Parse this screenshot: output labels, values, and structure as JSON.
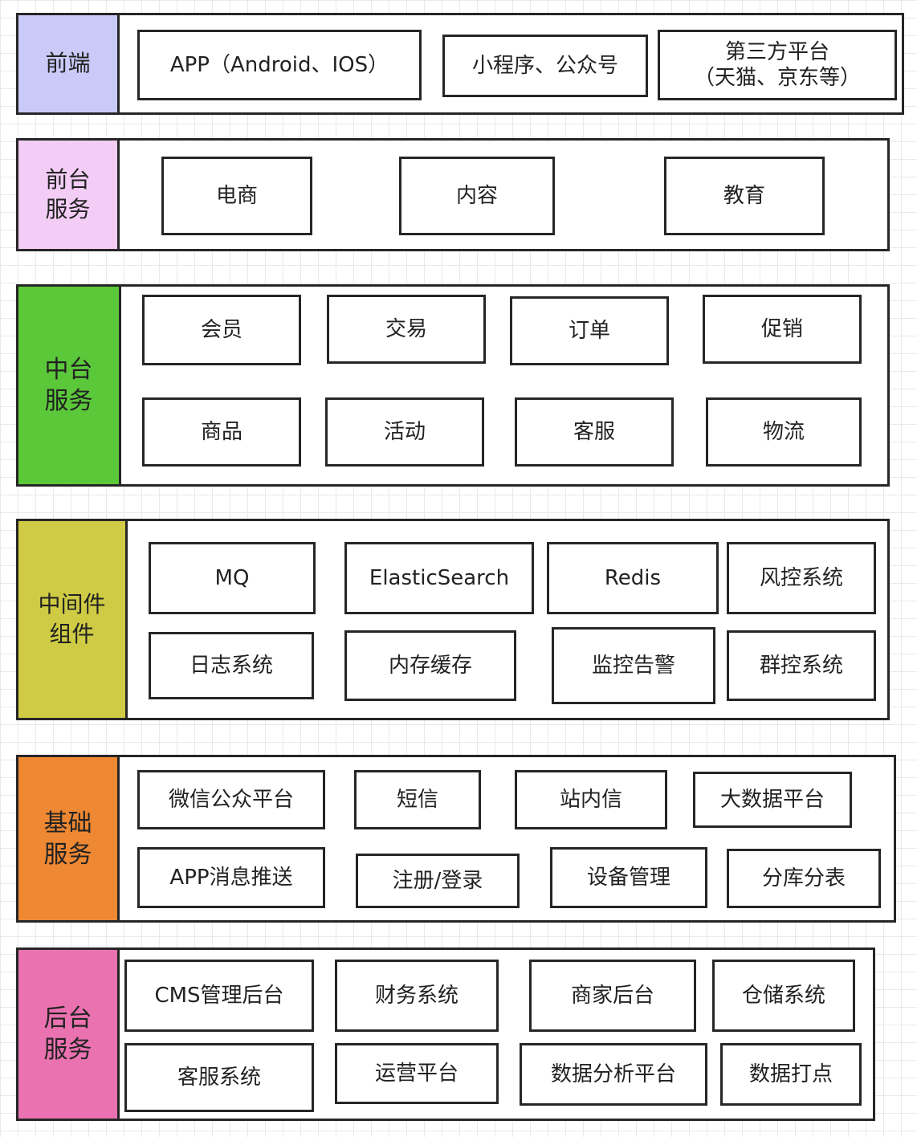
{
  "colors": {
    "frontend": "#c9caf8",
    "front_service": "#f3cdf5",
    "middle_service": "#5bc83a",
    "middleware": "#cfcb44",
    "base_service": "#ee8833",
    "backend_service": "#ea72b0"
  },
  "layers": [
    {
      "label": "前端",
      "items": [
        "APP（Android、IOS）",
        "小程序、公众号",
        "第三方平台\n（天猫、京东等）"
      ]
    },
    {
      "label": "前台\n服务",
      "items": [
        "电商",
        "内容",
        "教育"
      ]
    },
    {
      "label": "中台\n服务",
      "items": [
        "会员",
        "交易",
        "订单",
        "促销",
        "商品",
        "活动",
        "客服",
        "物流"
      ]
    },
    {
      "label": "中间件\n组件",
      "items": [
        "MQ",
        "ElasticSearch",
        "Redis",
        "风控系统",
        "日志系统",
        "内存缓存",
        "监控告警",
        "群控系统"
      ]
    },
    {
      "label": "基础\n服务",
      "items": [
        "微信公众平台",
        "短信",
        "站内信",
        "大数据平台",
        "APP消息推送",
        "注册/登录",
        "设备管理",
        "分库分表"
      ]
    },
    {
      "label": "后台\n服务",
      "items": [
        "CMS管理后台",
        "财务系统",
        "商家后台",
        "仓储系统",
        "客服系统",
        "运营平台",
        "数据分析平台",
        "数据打点"
      ]
    }
  ]
}
